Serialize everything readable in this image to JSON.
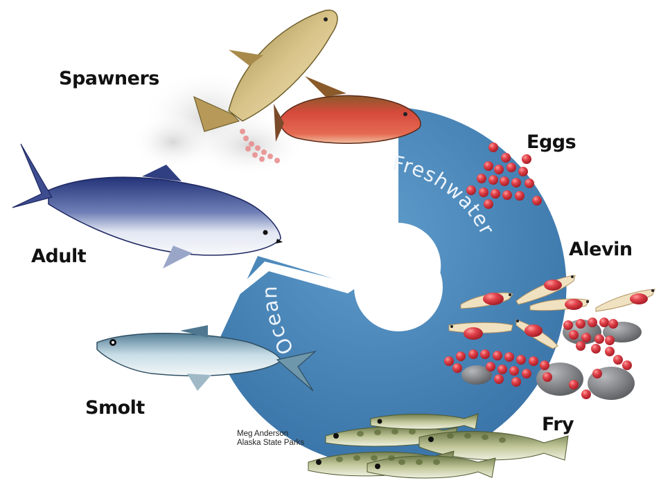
{
  "diagram": {
    "stages": {
      "spawners": "Spawners",
      "eggs": "Eggs",
      "alevin": "Alevin",
      "fry": "Fry",
      "smolt": "Smolt",
      "adult": "Adult"
    },
    "ring_labels": {
      "freshwater": "Freshwater",
      "ocean": "Ocean"
    },
    "credit": {
      "author": "Meg Anderson",
      "organization": "Alaska State Parks"
    }
  },
  "colors": {
    "ring": "#3f7db3",
    "ring_highlight": "#5f9ccb",
    "egg": "#d9363e",
    "adult_back": "#2c3f86",
    "spawner_red": "#c9423a",
    "smolt_back": "#5f8fa8",
    "fry_body": "#8c9858",
    "rock": "#7a7c80"
  }
}
